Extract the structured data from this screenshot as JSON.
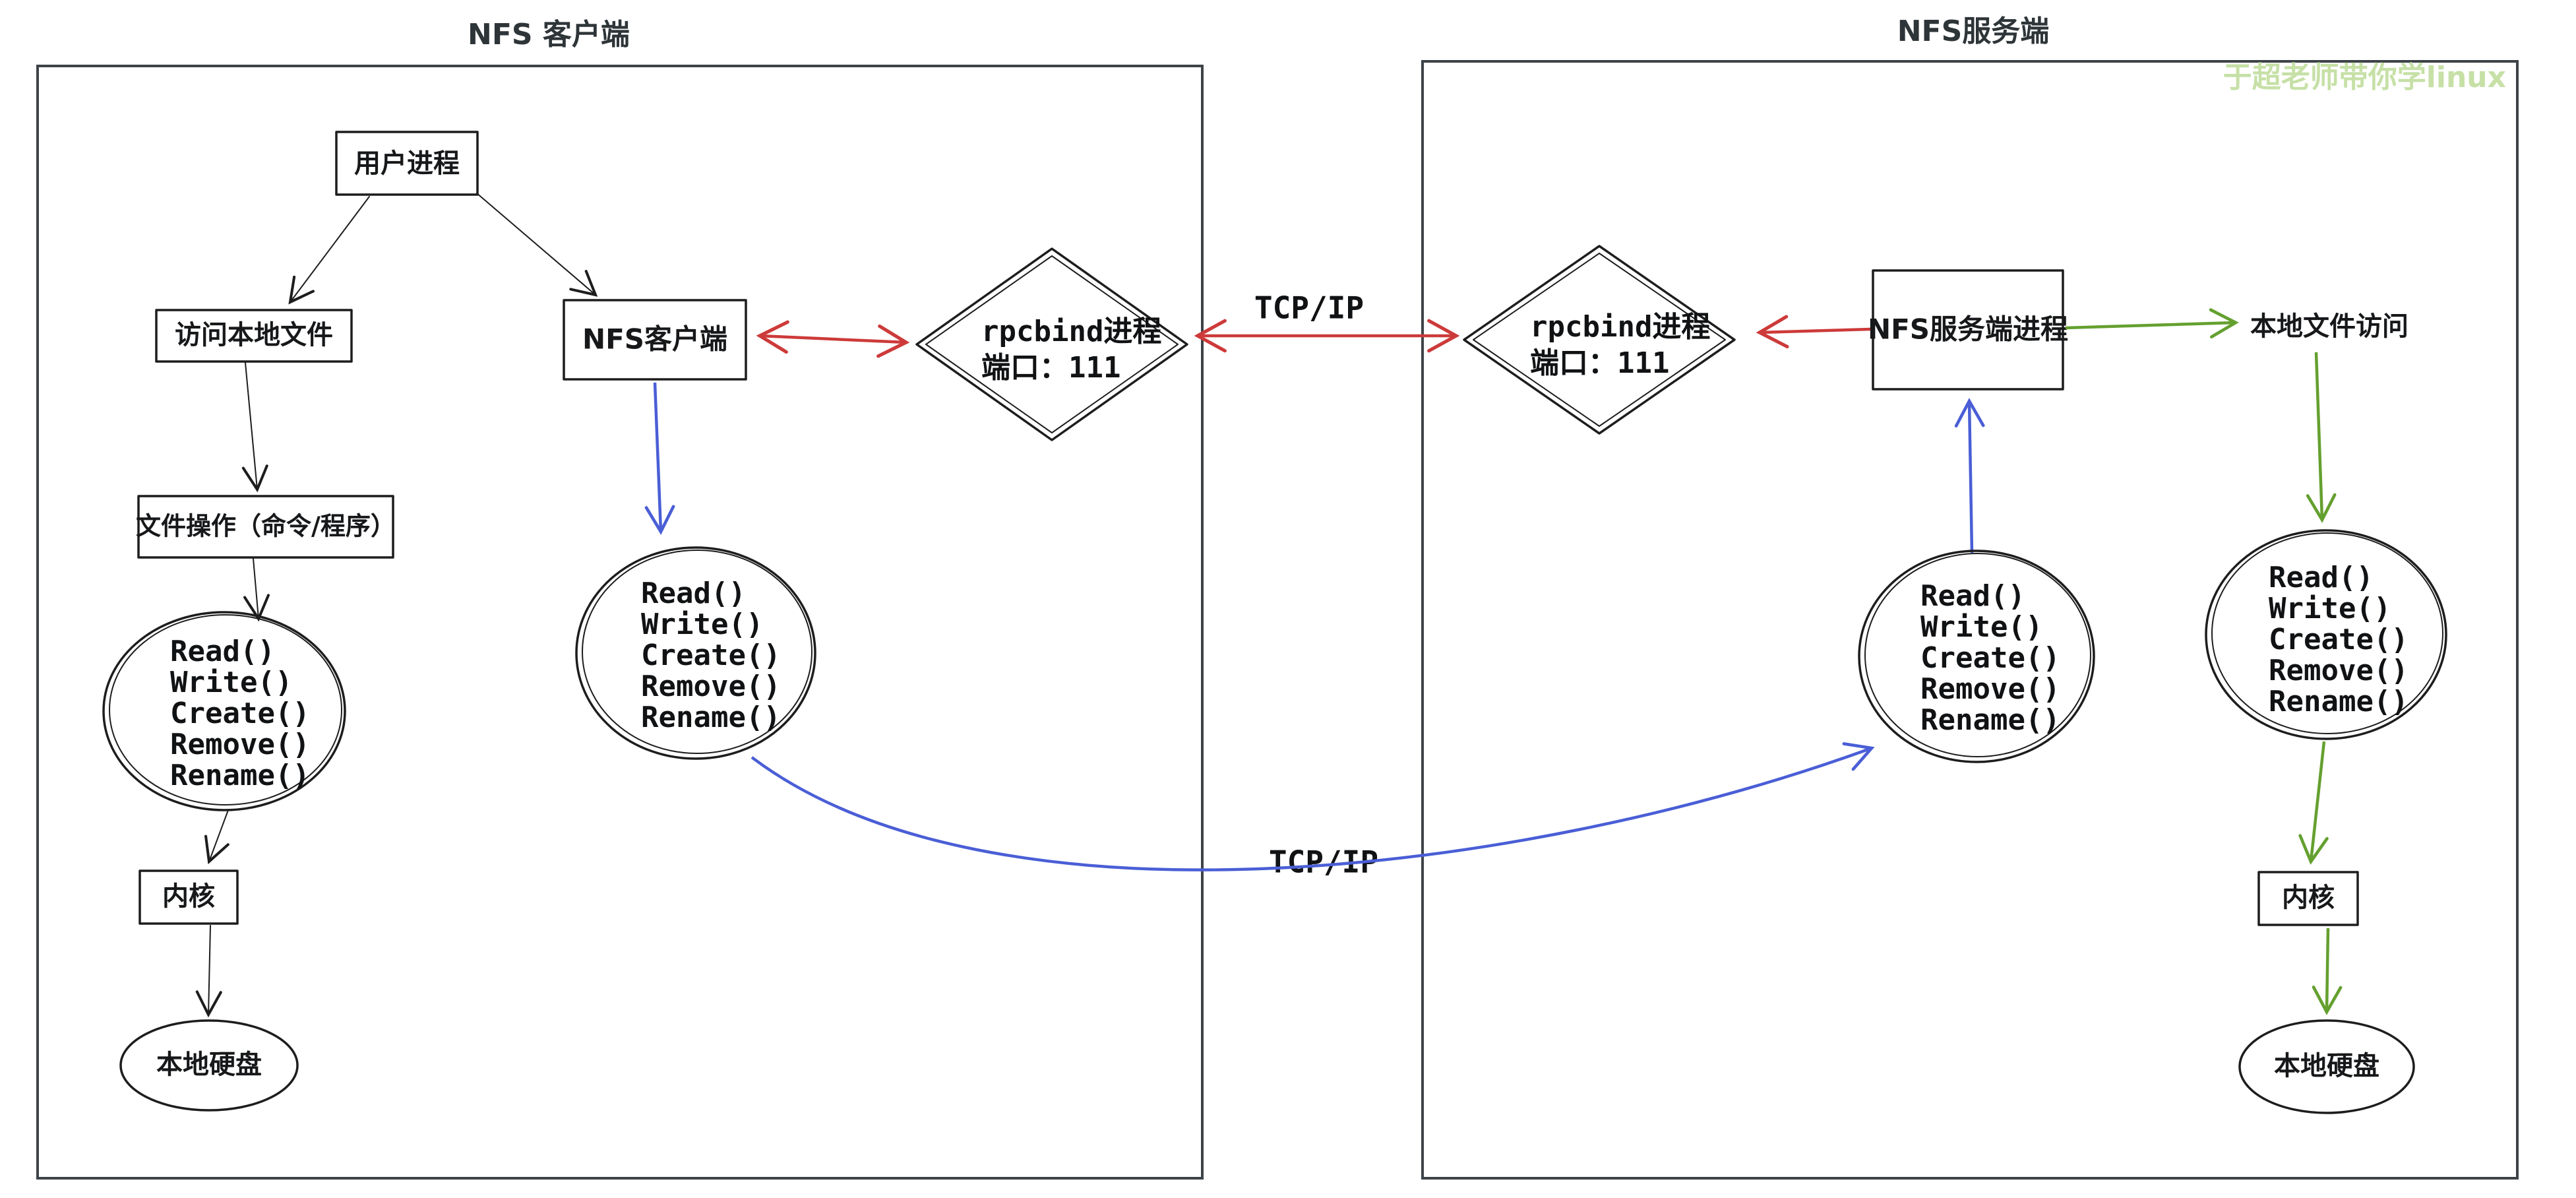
{
  "titles": {
    "client": "NFS 客户端",
    "server": "NFS服务端"
  },
  "watermark": "于超老师带你学linux",
  "client": {
    "user_process": "用户进程",
    "access_local_file": "访问本地文件",
    "nfs_client": "NFS客户端",
    "file_ops": "文件操作（命令/程序）",
    "kernel": "内核",
    "local_disk": "本地硬盘"
  },
  "server": {
    "nfs_server_process": "NFS服务端进程",
    "local_file_access": "本地文件访问",
    "kernel": "内核",
    "local_disk": "本地硬盘"
  },
  "rpcbind": {
    "line1": "rpcbind进程",
    "line2": "端口：111"
  },
  "syscalls": [
    "Read()",
    "Write()",
    "Create()",
    "Remove()",
    "Rename()"
  ],
  "labels": {
    "tcpip_top": "TCP/IP",
    "tcpip_bottom": "TCP/IP"
  },
  "colors": {
    "ink": "#1d1d1d",
    "frame": "#3d4348",
    "red_arrow": "#cd3a3a",
    "blue_arrow": "#4a5ed6",
    "green_arrow": "#64a02f",
    "watermark_green": "#c6e0a6"
  }
}
